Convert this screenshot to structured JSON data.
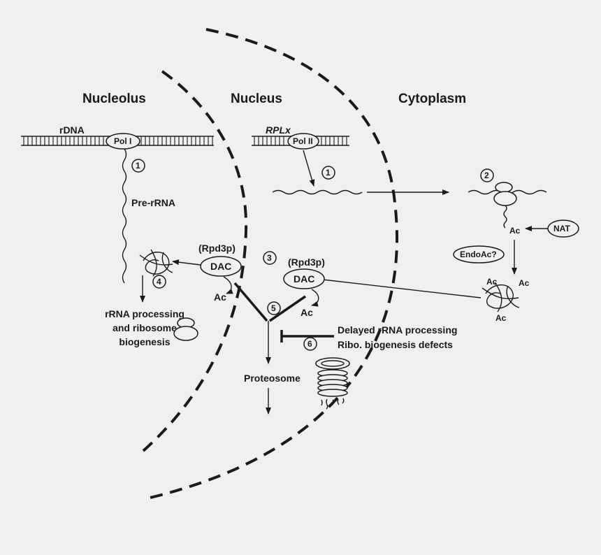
{
  "regions": {
    "nucleolus": "Nucleolus",
    "nucleus": "Nucleus",
    "cytoplasm": "Cytoplasm"
  },
  "labels": {
    "rdna": "rDNA",
    "polI": "Pol I",
    "rplx": "RPLx",
    "polII": "Pol II",
    "pre_rrna": "Pre-rRNA",
    "nat": "NAT",
    "endoac": "EndoAc?",
    "rpd3p_left": "(Rpd3p)",
    "dac_left": "DAC",
    "rpd3p_right": "(Rpd3p)",
    "dac_right": "DAC",
    "ac": "Ac",
    "rrna_processing": [
      "rRNA processing",
      "and ribosome",
      "biogenesis"
    ],
    "delayed": [
      "Delayed rRNA processing",
      "Ribo. biogenesis defects"
    ],
    "proteosome": "Proteosome"
  },
  "steps": [
    "1",
    "1",
    "2",
    "3",
    "4",
    "5",
    "6"
  ],
  "colors": {
    "ink": "#1a1a1a",
    "background": "#f0f0f0"
  }
}
